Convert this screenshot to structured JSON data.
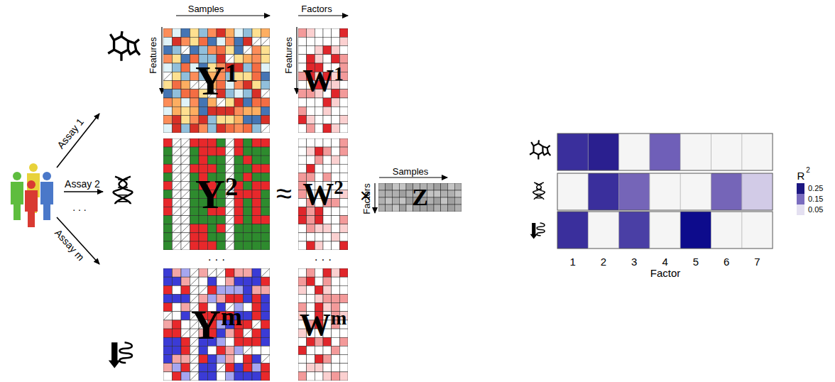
{
  "diagram": {
    "nodes": [
      {
        "text": [
          "Y",
          "1"
        ]
      },
      {
        "text": [
          "W",
          "1"
        ]
      },
      {
        "text": [
          "Y",
          "2"
        ]
      },
      {
        "text": [
          "W",
          "2"
        ]
      },
      {
        "text": [
          "Z"
        ]
      },
      {
        "text": [
          "Y",
          "m"
        ]
      },
      {
        "text": [
          "W",
          "m"
        ]
      }
    ],
    "labels": [
      "Samples",
      "Features",
      "Factors",
      "Features",
      "Assay 1",
      "Assay 2",
      "Assay m",
      "≈",
      "×",
      "Samples",
      "Factors",
      ". . .",
      "· · ·",
      "· · ·",
      "1",
      "2",
      "3",
      "4",
      "5",
      "6",
      "7",
      "Factor",
      "R",
      "2"
    ],
    "legend": [
      {
        "text": "0.25",
        "color": "#1c1782"
      },
      {
        "text": "0.15",
        "color": "#7a6cbf"
      },
      {
        "text": "0.05",
        "color": "#e4e0f1"
      }
    ]
  }
}
